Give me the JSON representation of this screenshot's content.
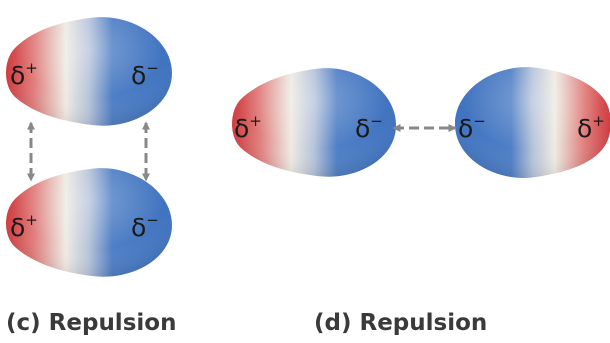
{
  "panels": [
    {
      "caption": "(c) Repulsion",
      "molecules": [
        {
          "left_label": "δ",
          "left_sign": "+",
          "right_label": "δ",
          "right_sign": "−"
        },
        {
          "left_label": "δ",
          "left_sign": "+",
          "right_label": "δ",
          "right_sign": "−"
        }
      ]
    },
    {
      "caption": "(d) Repulsion",
      "molecules": [
        {
          "left_label": "δ",
          "left_sign": "+",
          "right_label": "δ",
          "right_sign": "−"
        },
        {
          "left_label": "δ",
          "left_sign": "−",
          "right_label": "δ",
          "right_sign": "+"
        }
      ]
    }
  ],
  "colors": {
    "positive": "#d0383c",
    "neutral": "#e9e6de",
    "negative": "#3e72bf",
    "arrow": "#888888",
    "caption": "#3a3a3a"
  }
}
